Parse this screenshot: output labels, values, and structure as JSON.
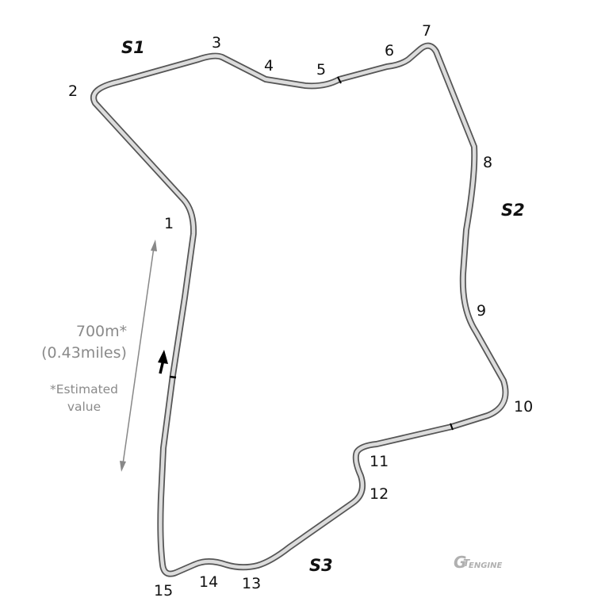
{
  "corners": [
    "1",
    "2",
    "3",
    "4",
    "5",
    "6",
    "7",
    "8",
    "9",
    "10",
    "11",
    "12",
    "13",
    "14",
    "15"
  ],
  "sectors": [
    "S1",
    "S2",
    "S3"
  ],
  "length": {
    "value": "700m*",
    "miles": "(0.43miles)",
    "note_line1": "*Estimated",
    "note_line2": "value"
  },
  "logo": {
    "g": "G",
    "t": "T",
    "text": "ENGINE"
  },
  "colors": {
    "track_outline": "#555555",
    "track_fill": "#dcdcdc",
    "text": "#111111",
    "muted": "#8a8a8a"
  }
}
